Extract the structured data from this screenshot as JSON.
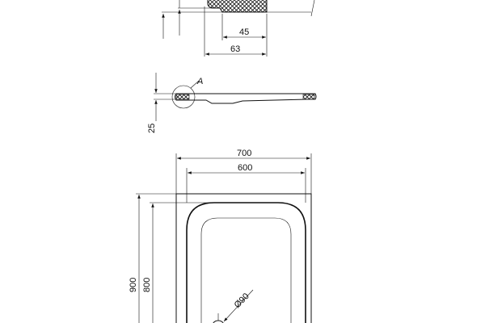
{
  "detail": {
    "dim_inner": "45",
    "dim_outer": "63"
  },
  "section": {
    "detail_label": "A",
    "height_dim": "25"
  },
  "plan": {
    "width_outer": "700",
    "width_inner": "600",
    "length_outer": "900",
    "length_inner": "800",
    "drain_diameter": "Ø90"
  }
}
